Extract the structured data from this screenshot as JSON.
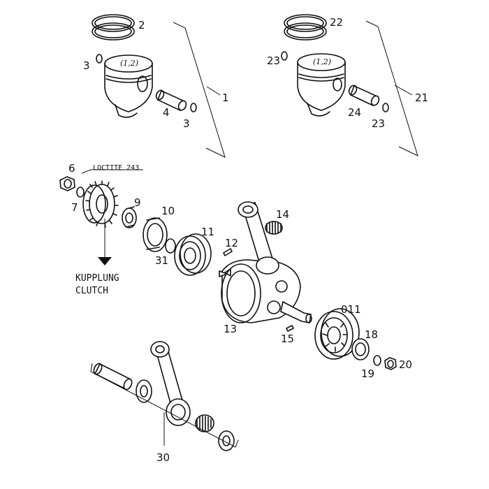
{
  "labels": {
    "l1": "1",
    "l2": "2",
    "l3a": "3",
    "l3b": "3",
    "l4": "4",
    "l21": "21",
    "l22": "22",
    "l23a": "23",
    "l23b": "23",
    "l24": "24",
    "l6": "6",
    "l7": "7",
    "l9": "9",
    "l10": "10",
    "l11": "11",
    "l12": "12",
    "l13": "13",
    "l14": "14",
    "l15": "15",
    "l011": "011",
    "l18": "18",
    "l19": "19",
    "l20": "20",
    "l30": "30",
    "l31": "31"
  },
  "annotations": {
    "loctite": "LOCTITE 243",
    "kupplung": "KUPPLUNG",
    "clutch": "CLUTCH",
    "piston_mark_1": "(1,2)",
    "piston_mark_2": "(1,2)"
  }
}
